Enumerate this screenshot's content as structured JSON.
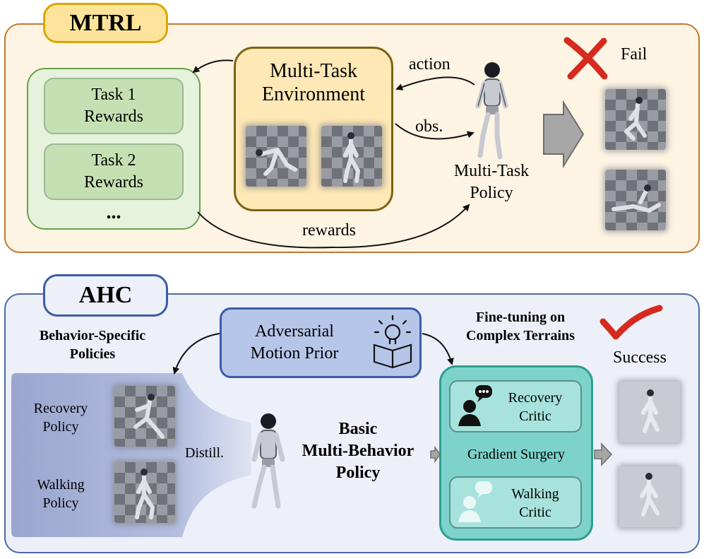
{
  "mtrl": {
    "title": "MTRL",
    "task1_line1": "Task 1",
    "task1_line2": "Rewards",
    "task2_line1": "Task 2",
    "task2_line2": "Rewards",
    "ellipsis": "...",
    "env_line1": "Multi-Task",
    "env_line2": "Environment",
    "action": "action",
    "obs": "obs.",
    "rewards": "rewards",
    "policy_line1": "Multi-Task",
    "policy_line2": "Policy",
    "fail": "Fail"
  },
  "ahc": {
    "title": "AHC",
    "behavior_line1": "Behavior-Specific",
    "behavior_line2": "Policies",
    "amp_line1": "Adversarial",
    "amp_line2": "Motion Prior",
    "finetune_line1": "Fine-tuning on",
    "finetune_line2": "Complex Terrains",
    "success": "Success",
    "recovery_policy_line1": "Recovery",
    "recovery_policy_line2": "Policy",
    "walking_policy_line1": "Walking",
    "walking_policy_line2": "Policy",
    "distill": "Distill.",
    "basic_line1": "Basic",
    "basic_line2": "Multi-Behavior",
    "basic_line3": "Policy",
    "recovery_critic_line1": "Recovery",
    "recovery_critic_line2": "Critic",
    "gradient_surgery": "Gradient Surgery",
    "walking_critic_line1": "Walking",
    "walking_critic_line2": "Critic"
  },
  "colors": {
    "mtrl_panel_bg": "#fef4e4",
    "mtrl_panel_border": "#c07a30",
    "mtrl_title_bg": "#fde49a",
    "mtrl_title_border": "#d9a800",
    "reward_box_bg": "#e6f2dc",
    "reward_box_border": "#6aa04a",
    "task_box_bg": "#c5e1b3",
    "env_box_bg": "#fde8b6",
    "env_box_border": "#7d6313",
    "ahc_panel_bg": "#edf0f8",
    "ahc_panel_border": "#4a6aa8",
    "amp_box_bg": "#b6c6e8",
    "amp_box_border": "#3b5ca8",
    "critic_box_bg": "#7dd3cc",
    "critic_box_border": "#2e9e92",
    "fail_cross": "#d62a1e",
    "success_check": "#d62a1e"
  },
  "icons": [
    "fail-cross-icon",
    "success-check-icon",
    "lightbulb-book-icon",
    "speaker-chat-icon",
    "right-arrow-icon"
  ]
}
